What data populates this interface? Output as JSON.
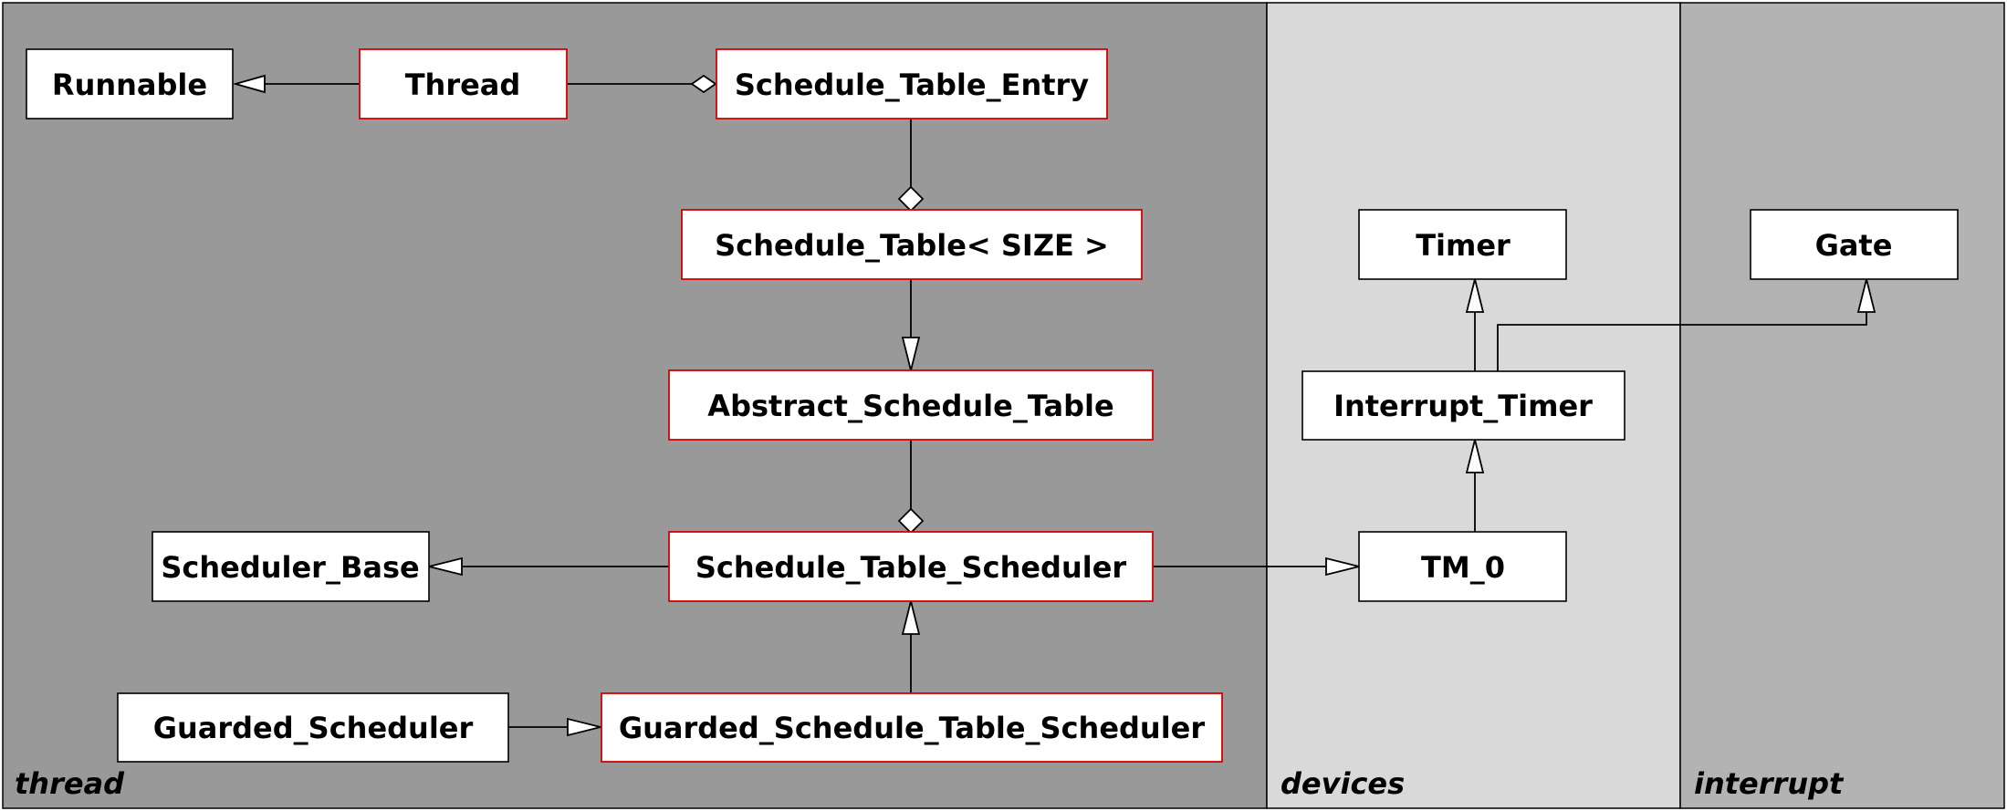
{
  "packages": [
    {
      "id": "thread",
      "label": "thread",
      "fill": "#999999"
    },
    {
      "id": "devices",
      "label": "devices",
      "fill": "#d9d9d9"
    },
    {
      "id": "interrupt",
      "label": "interrupt",
      "fill": "#b3b3b3"
    }
  ],
  "classes": [
    {
      "id": "runnable",
      "label": "Runnable",
      "highlight": false
    },
    {
      "id": "thread_cls",
      "label": "Thread",
      "highlight": true
    },
    {
      "id": "schedule_table_entry",
      "label": "Schedule_Table_Entry",
      "highlight": true
    },
    {
      "id": "schedule_table_size",
      "label": "Schedule_Table< SIZE >",
      "highlight": true
    },
    {
      "id": "abstract_schedule_table",
      "label": "Abstract_Schedule_Table",
      "highlight": true
    },
    {
      "id": "scheduler_base",
      "label": "Scheduler_Base",
      "highlight": false
    },
    {
      "id": "schedule_table_scheduler",
      "label": "Schedule_Table_Scheduler",
      "highlight": true
    },
    {
      "id": "guarded_scheduler",
      "label": "Guarded_Scheduler",
      "highlight": false
    },
    {
      "id": "guarded_schedule_table_scheduler",
      "label": "Guarded_Schedule_Table_Scheduler",
      "highlight": true
    },
    {
      "id": "timer",
      "label": "Timer",
      "highlight": false
    },
    {
      "id": "interrupt_timer",
      "label": "Interrupt_Timer",
      "highlight": false
    },
    {
      "id": "tm_0",
      "label": "TM_0",
      "highlight": false
    },
    {
      "id": "gate",
      "label": "Gate",
      "highlight": false
    }
  ],
  "relations": [
    {
      "from": "thread_cls",
      "to": "runnable",
      "kind": "generalization"
    },
    {
      "from": "thread_cls",
      "to": "schedule_table_entry",
      "kind": "aggregation"
    },
    {
      "from": "schedule_table_entry",
      "to": "schedule_table_size",
      "kind": "aggregation"
    },
    {
      "from": "schedule_table_size",
      "to": "abstract_schedule_table",
      "kind": "generalization"
    },
    {
      "from": "abstract_schedule_table",
      "to": "schedule_table_scheduler",
      "kind": "aggregation"
    },
    {
      "from": "schedule_table_scheduler",
      "to": "scheduler_base",
      "kind": "generalization"
    },
    {
      "from": "schedule_table_scheduler",
      "to": "tm_0",
      "kind": "generalization"
    },
    {
      "from": "guarded_schedule_table_scheduler",
      "to": "schedule_table_scheduler",
      "kind": "generalization"
    },
    {
      "from": "guarded_scheduler",
      "to": "guarded_schedule_table_scheduler",
      "kind": "generalization"
    },
    {
      "from": "interrupt_timer",
      "to": "timer",
      "kind": "generalization"
    },
    {
      "from": "interrupt_timer",
      "to": "gate",
      "kind": "generalization"
    },
    {
      "from": "tm_0",
      "to": "interrupt_timer",
      "kind": "generalization"
    }
  ]
}
